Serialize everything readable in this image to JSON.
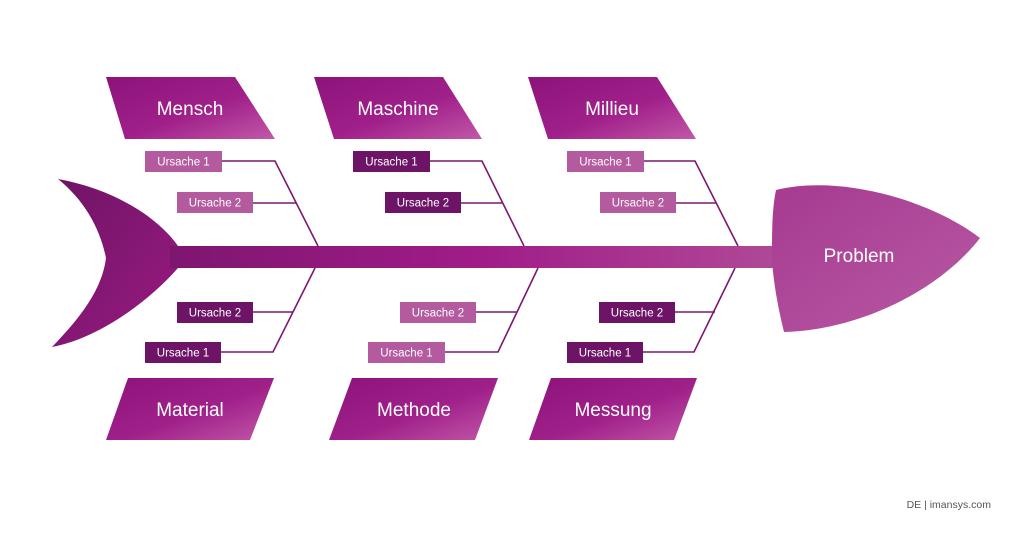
{
  "colors": {
    "primary": "#9a1a80",
    "dark": "#6e1466",
    "light": "#b45a9e",
    "line": "#7a1870"
  },
  "problem": {
    "label": "Problem"
  },
  "categories": {
    "mensch": "Mensch",
    "maschine": "Maschine",
    "millieu": "Millieu",
    "material": "Material",
    "methode": "Methode",
    "messung": "Messung"
  },
  "causes": {
    "mensch": {
      "c1": "Ursache 1",
      "c2": "Ursache 2"
    },
    "maschine": {
      "c1": "Ursache 1",
      "c2": "Ursache 2"
    },
    "millieu": {
      "c1": "Ursache 1",
      "c2": "Ursache 2"
    },
    "material": {
      "c1": "Ursache 1",
      "c2": "Ursache 2"
    },
    "methode": {
      "c1": "Ursache 1",
      "c2": "Ursache 2"
    },
    "messung": {
      "c1": "Ursache 1",
      "c2": "Ursache 2"
    }
  },
  "footer": {
    "text": "DE | imansys.com"
  }
}
